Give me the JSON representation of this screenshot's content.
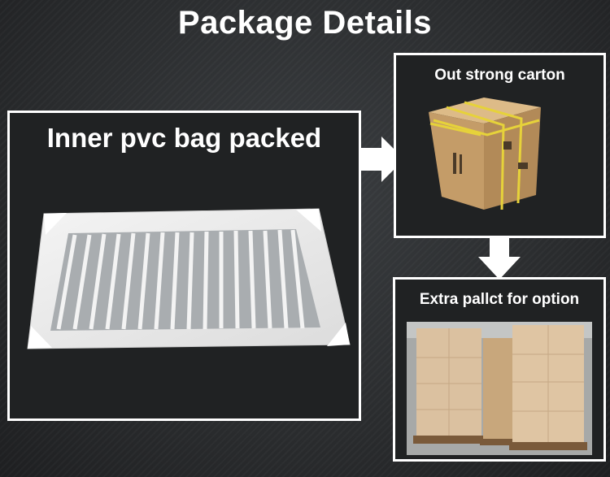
{
  "page": {
    "title": "Package Details"
  },
  "panels": {
    "inner": {
      "label": "Inner pvc bag packed"
    },
    "carton": {
      "label": "Out strong carton"
    },
    "pallet": {
      "label": "Extra pallct for option"
    }
  },
  "colors": {
    "background": "#2a2c2e",
    "text": "#ffffff",
    "border": "#ffffff",
    "carton": "#c9a473",
    "tape": "#e6d23a"
  },
  "icons": {
    "arrow_right": "arrow-right-icon",
    "arrow_down": "arrow-down-icon"
  }
}
